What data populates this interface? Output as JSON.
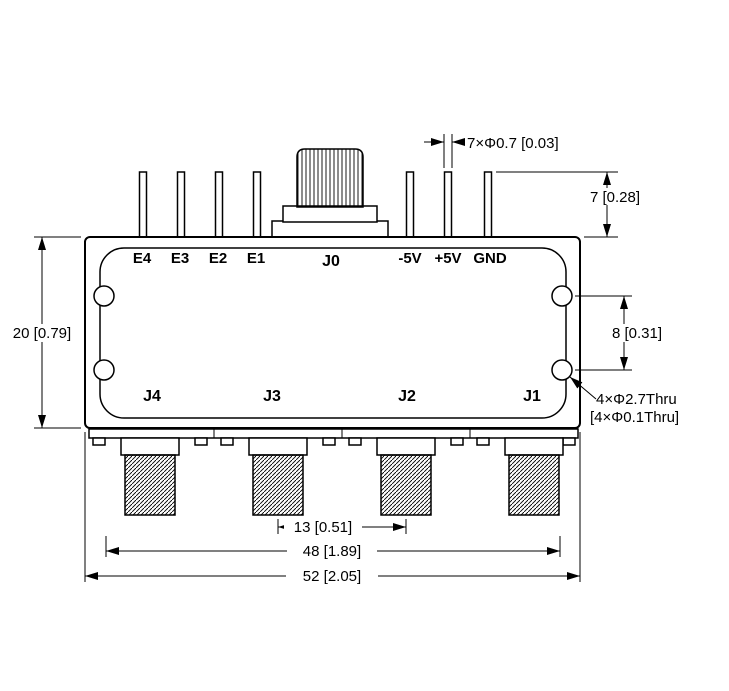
{
  "drawing": {
    "labels": {
      "e4": "E4",
      "e3": "E3",
      "e2": "E2",
      "e1": "E1",
      "j0": "J0",
      "v_neg": "-5V",
      "v_pos": "+5V",
      "gnd": "GND",
      "j4": "J4",
      "j3": "J3",
      "j2": "J2",
      "j1": "J1"
    },
    "dims": {
      "pins": "7×Φ0.7 [0.03]",
      "pin_height": "7 [0.28]",
      "height": "20 [0.79]",
      "hole_gap_v": "8 [0.31]",
      "holes_line1": "4×Φ2.7Thru",
      "holes_line2": "[4×Φ0.1Thru]",
      "port_gap": "13 [0.51]",
      "hole_gap_h": "48 [1.89]",
      "width": "52 [2.05]"
    }
  }
}
